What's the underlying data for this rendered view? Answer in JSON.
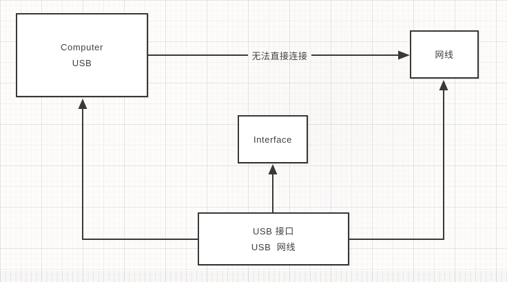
{
  "diagram": {
    "nodes": {
      "computer_usb": {
        "line1": "Computer",
        "line2": "USB"
      },
      "network_cable": {
        "label": "网线"
      },
      "interface": {
        "label": "Interface"
      },
      "usb_adapter": {
        "line1": "USB 接口",
        "line2": "USB  网线"
      }
    },
    "edges": {
      "direct_connection": {
        "label": "无法直接连接"
      }
    },
    "colors": {
      "line": "#3a3836",
      "box_border": "#3a3836",
      "box_fill": "#ffffff",
      "text": "#3f3f3f",
      "grid_minor": "#f3f1f0",
      "grid_major": "#e4e3e6"
    }
  }
}
